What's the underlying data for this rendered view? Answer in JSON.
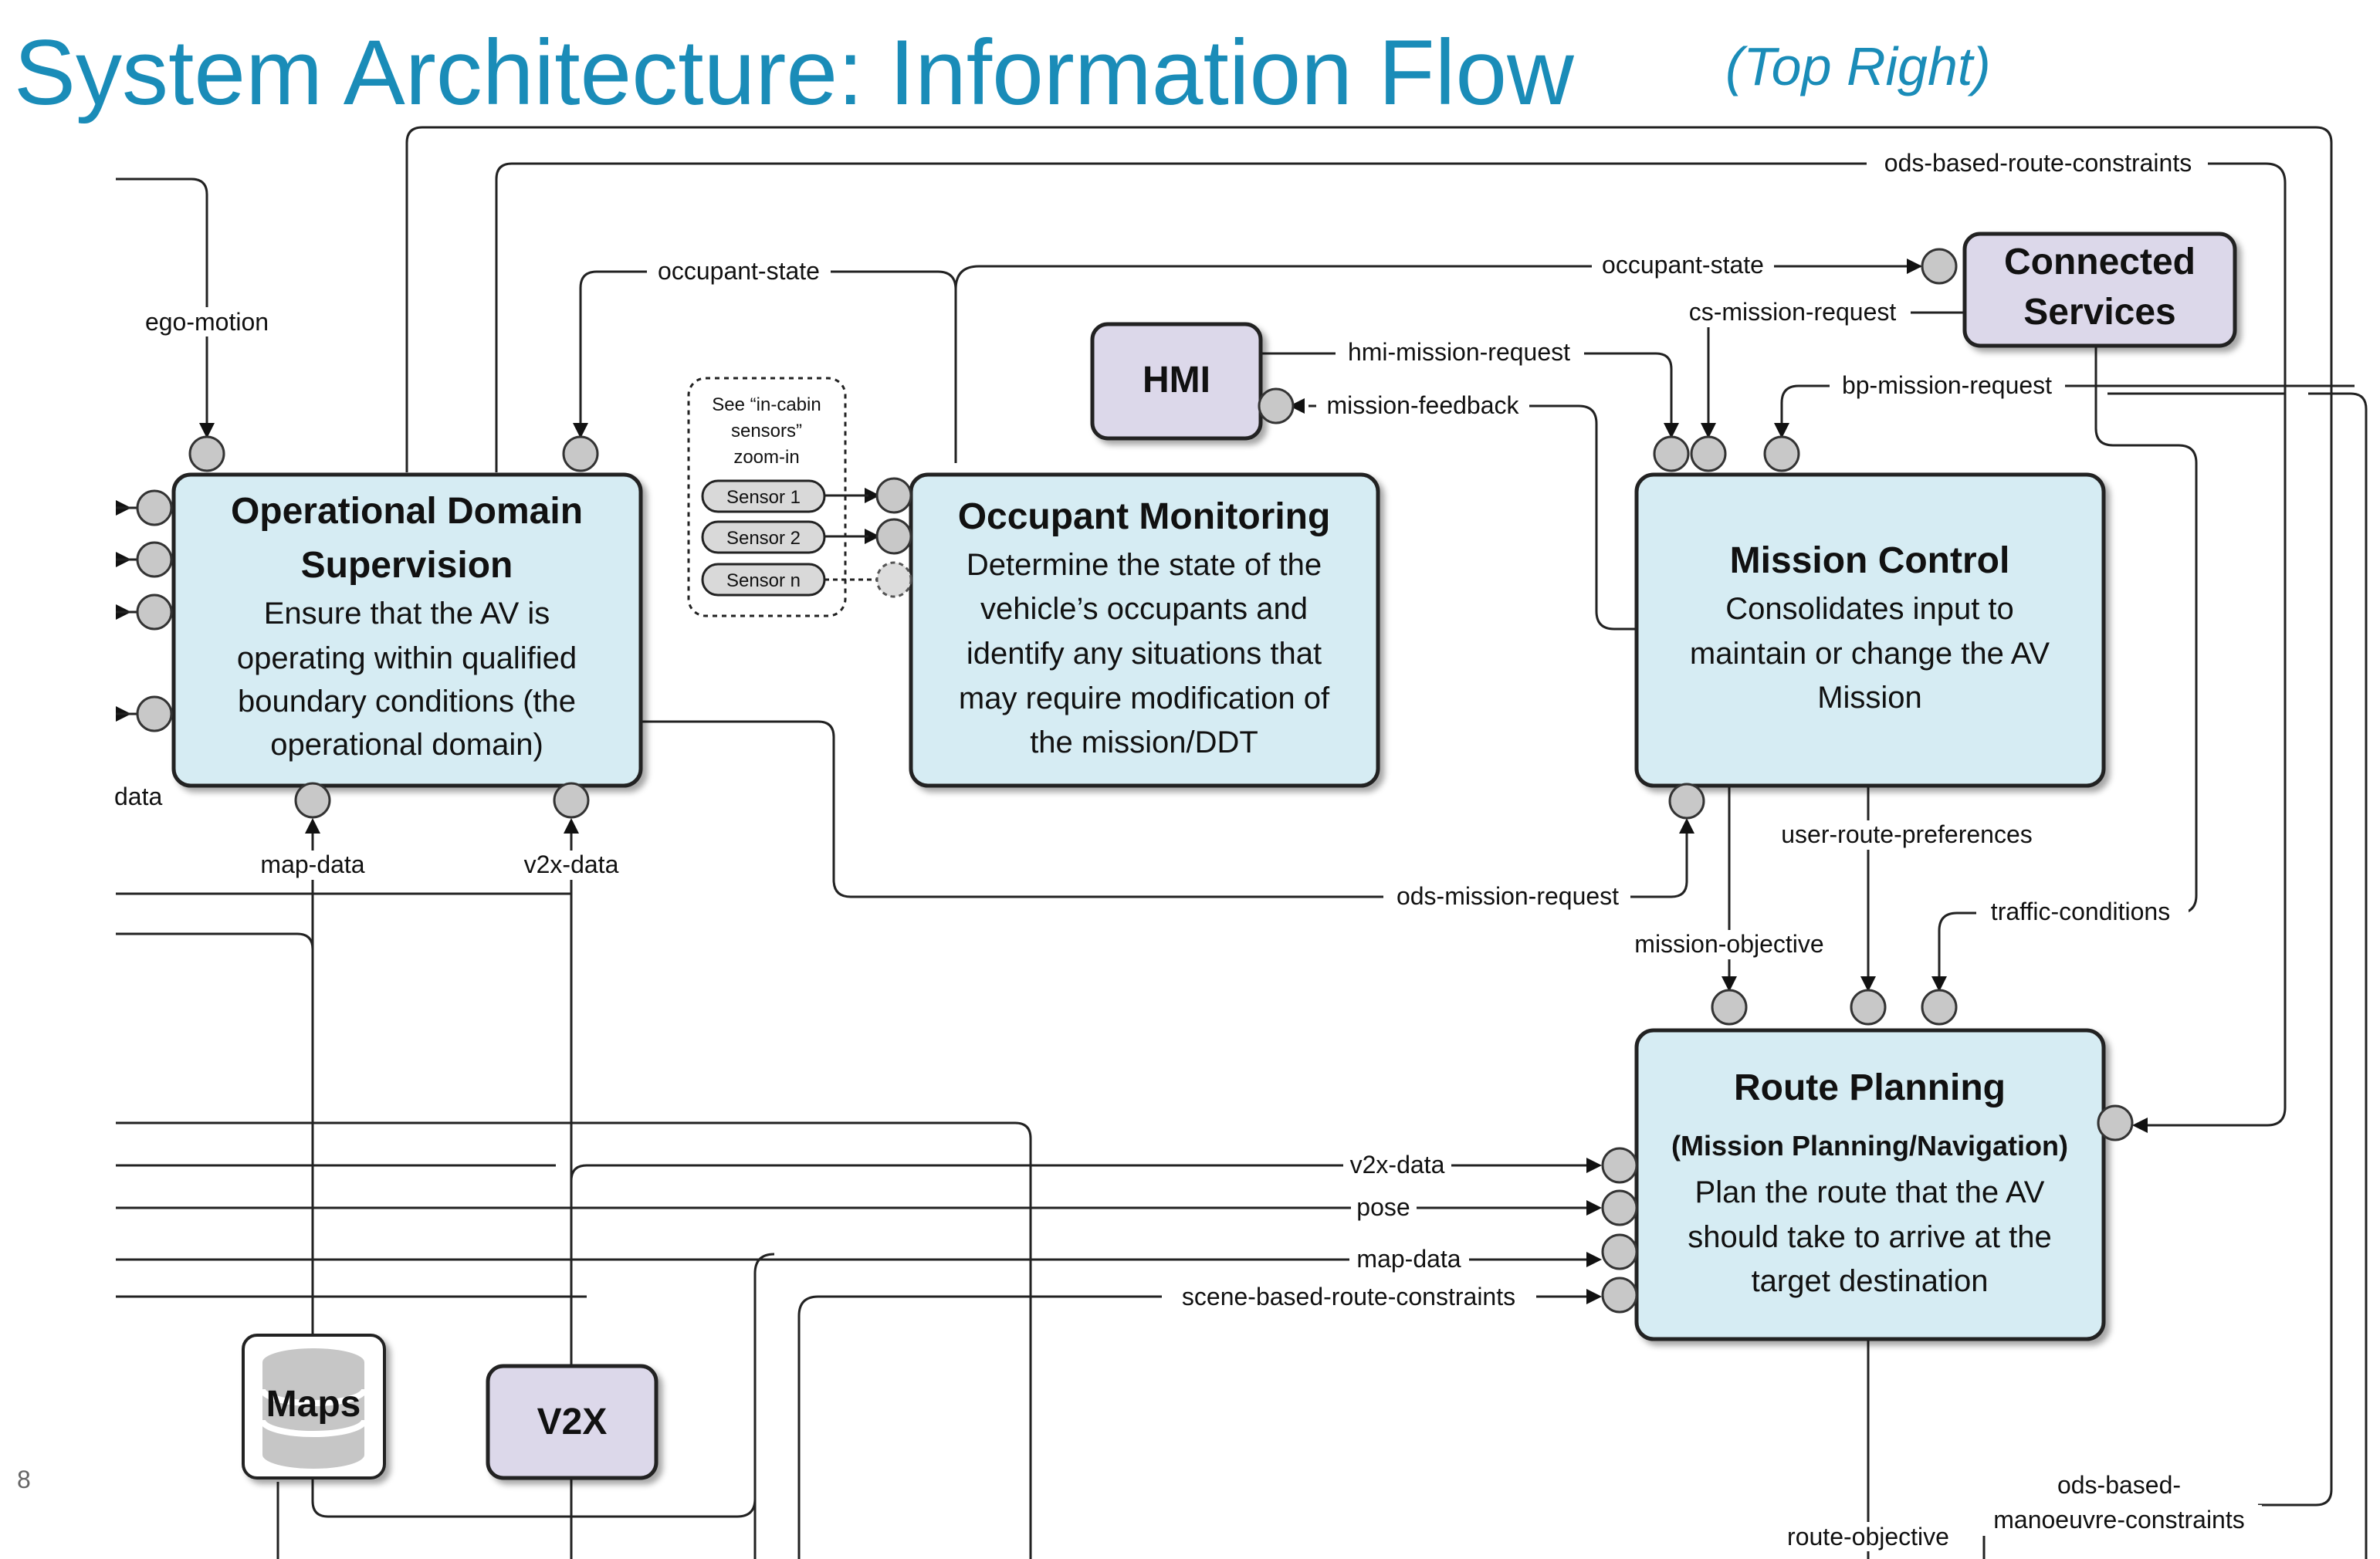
{
  "title": {
    "main": "System Architecture: Information Flow",
    "sub": "(Top Right)"
  },
  "page_number": "8",
  "colors": {
    "title": "#1a8cb8",
    "function_box_fill": "#d6ecf3",
    "external_box_fill": "#dcd8ea",
    "port_fill": "#c8c8c8"
  },
  "boxes": {
    "ods": {
      "title_line1": "Operational Domain",
      "title_line2": "Supervision",
      "desc": [
        "Ensure that the AV is",
        "operating within qualified",
        "boundary conditions (the",
        "operational domain)"
      ]
    },
    "occupant_monitoring": {
      "title": "Occupant Monitoring",
      "desc": [
        "Determine the state of the",
        "vehicle’s occupants and",
        "identify any situations that",
        "may require modification of",
        "the mission/DDT"
      ]
    },
    "mission_control": {
      "title": "Mission Control",
      "desc": [
        "Consolidates input to",
        "maintain or change the AV",
        "Mission"
      ]
    },
    "route_planning": {
      "title": "Route Planning",
      "subtitle": "(Mission Planning/Navigation)",
      "desc": [
        "Plan the route that the AV",
        "should take to arrive at the",
        "target destination"
      ]
    },
    "hmi": {
      "title": "HMI"
    },
    "connected_services": {
      "title_line1": "Connected",
      "title_line2": "Services"
    },
    "maps": {
      "title": "Maps"
    },
    "v2x": {
      "title": "V2X"
    }
  },
  "sensors": {
    "note": [
      "See “in-cabin",
      "sensors”",
      "zoom-in"
    ],
    "items": [
      "Sensor 1",
      "Sensor 2",
      "Sensor n"
    ]
  },
  "flow_labels": {
    "ods_based_route_constraints": "ods-based-route-constraints",
    "occupant_state_1": "occupant-state",
    "occupant_state_2": "occupant-state",
    "ego_motion": "ego-motion",
    "cs_mission_request": "cs-mission-request",
    "hmi_mission_request": "hmi-mission-request",
    "mission_feedback": "mission-feedback",
    "bp_mission_request": "bp-mission-request",
    "data": "data",
    "map_data_1": "map-data",
    "v2x_data_1": "v2x-data",
    "ods_mission_request": "ods-mission-request",
    "user_route_preferences": "user-route-preferences",
    "traffic_conditions": "traffic-conditions",
    "mission_objective": "mission-objective",
    "v2x_data_2": "v2x-data",
    "pose": "pose",
    "map_data_2": "map-data",
    "scene_based_route_constraints": "scene-based-route-constraints",
    "ods_based_manoeuvre_constraints_1": "ods-based-",
    "ods_based_manoeuvre_constraints_2": "manoeuvre-constraints",
    "route_objective": "route-objective"
  }
}
